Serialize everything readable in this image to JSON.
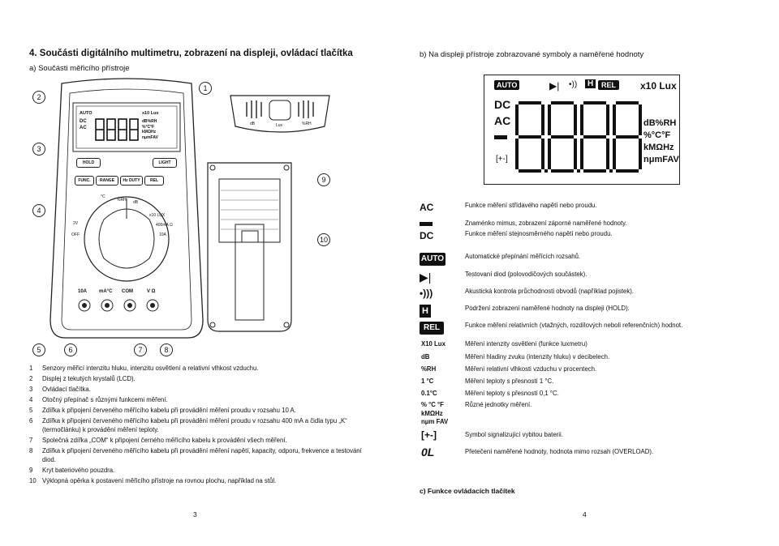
{
  "heading": "4. Součásti digitálního multimetru, zobrazení na displeji, ovládací tlačítka",
  "left_sub": "a) Součásti měřicího přístroje",
  "right_sub": "b) Na displeji přístroje zobrazované symboly a naměřené hodnoty",
  "callouts": [
    "2",
    "1",
    "3",
    "4",
    "9",
    "10",
    "5",
    "6",
    "7",
    "8"
  ],
  "meter": {
    "lcd": {
      "top_icons": "AUTO",
      "dc": "DC",
      "ac": "AC",
      "units": "dB%RH\n%°C°F\nkMΩHz\nnμmFAV",
      "x10": "x10 Lux"
    },
    "buttons": [
      "HOLD",
      "LIGHT",
      "FUNC.",
      "RANGE",
      "Hz DUTY",
      "REL"
    ],
    "sockets": [
      "10A",
      "mA°C",
      "COM",
      "V Ω"
    ],
    "dial": {
      "c": "°C",
      "rh": "%RH",
      "db": "dB",
      "lux": "x10 LUX",
      "ma": "400mA Ω",
      "a": "10A",
      "off": "OFF",
      "v": "2V"
    }
  },
  "sensor": {
    "db": "dB",
    "lux": "Lux",
    "rh": "%RH"
  },
  "lcd_big": {
    "auto": "AUTO",
    "rel": "REL",
    "x10": "x10 Lux",
    "dc": "DC",
    "ac": "AC",
    "u1": "dB%RH",
    "u2": "%°C°F",
    "u3": "kMΩHz",
    "u4": "nμmFAV",
    "digits": "8.8.8.8"
  },
  "left_items": [
    {
      "n": "1",
      "t": "Senzory měřicí intenzitu hluku, intenzitu osvětlení a relativní vlhkost vzduchu."
    },
    {
      "n": "2",
      "t": "Displej z tekutých krystalů (LCD)."
    },
    {
      "n": "3",
      "t": "Ovládací tlačítka."
    },
    {
      "n": "4",
      "t": "Otočný přepínač s různými funkcemi měření."
    },
    {
      "n": "5",
      "t": "Zdířka k připojení červeného měřícího kabelu při provádění měření proudu v rozsahu 10 A."
    },
    {
      "n": "6",
      "t": "Zdířka k připojení červeného měřícího kabelu při provádění měření proudu v rozsahu 400 mA a čidla typu „K“ (termočlánku) k provádění měření teploty."
    },
    {
      "n": "7",
      "t": "Společná zdířka „COM“ k připojení černého měřícího kabelu k provádění všech měření."
    },
    {
      "n": "8",
      "t": "Zdířka k připojení červeného měřícího kabelu při provádění měření napětí, kapacity, odporu, frekvence a testování diod."
    },
    {
      "n": "9",
      "t": "Kryt bateriového pouzdra."
    },
    {
      "n": "10",
      "t": "Výklopná opěrka k postavení měřicího přístroje na rovnou plochu, například na stůl."
    }
  ],
  "symbols": [
    {
      "icon": "ac-icon",
      "label": "AC",
      "desc": "Funkce měření střídavého napětí nebo proudu."
    },
    {
      "icon": "minus-icon",
      "label": "",
      "desc": "Znaménko mimus, zobrazení záporné naměřené hodnoty."
    },
    {
      "icon": "dc-icon",
      "label": "DC",
      "desc": "Funkce měření stejnosměrného napětí nebo proudu."
    },
    {
      "icon": "auto-icon",
      "label": "AUTO",
      "desc": "Automatické přepínání měřících rozsahů."
    },
    {
      "icon": "diode-icon",
      "label": "",
      "desc": "Testovaní diod (polovodičových součástek)."
    },
    {
      "icon": "buzzer-icon",
      "label": "",
      "desc": "Akustická kontrola průchodnosti obvodů (například pojistek)."
    },
    {
      "icon": "hold-icon",
      "label": "H",
      "desc": "Podržení zobrazení naměřené hodnoty na displeji (HOLD)."
    },
    {
      "icon": "rel-icon",
      "label": "REL",
      "desc": "Funkce měření relativních (vtažných, rozdílových neboli referenčních) hodnot."
    }
  ],
  "units": [
    {
      "key": "X10 Lux",
      "desc": "Měření intenzity osvětlení (funkce luxmetru)"
    },
    {
      "key": "dB",
      "desc": "Měření hladiny zvuku (intenzity hluku) v decibelech."
    },
    {
      "key": "%RH",
      "desc": "Měření relativní vlhkosti vzduchu v procentech."
    },
    {
      "key": "1 °C",
      "desc": "Měření teploty s přesností 1 °C."
    },
    {
      "key": "0.1°C",
      "desc": "Měření teploty s přesností 0,1 °C."
    },
    {
      "key": "% °C °F\nkMΩHz\nnμm FAV",
      "desc": "Různé jednotky měření."
    }
  ],
  "battery_desc": "Symbol signalizující vybitou baterii.",
  "ol_label": "0L",
  "ol_desc": "Přetečení naměřené hodnoty, hodnota mimo rozsah (OVERLOAD).",
  "right_footer": "c) Funkce ovládacích tlačítek",
  "page_left": "3",
  "page_right": "4"
}
